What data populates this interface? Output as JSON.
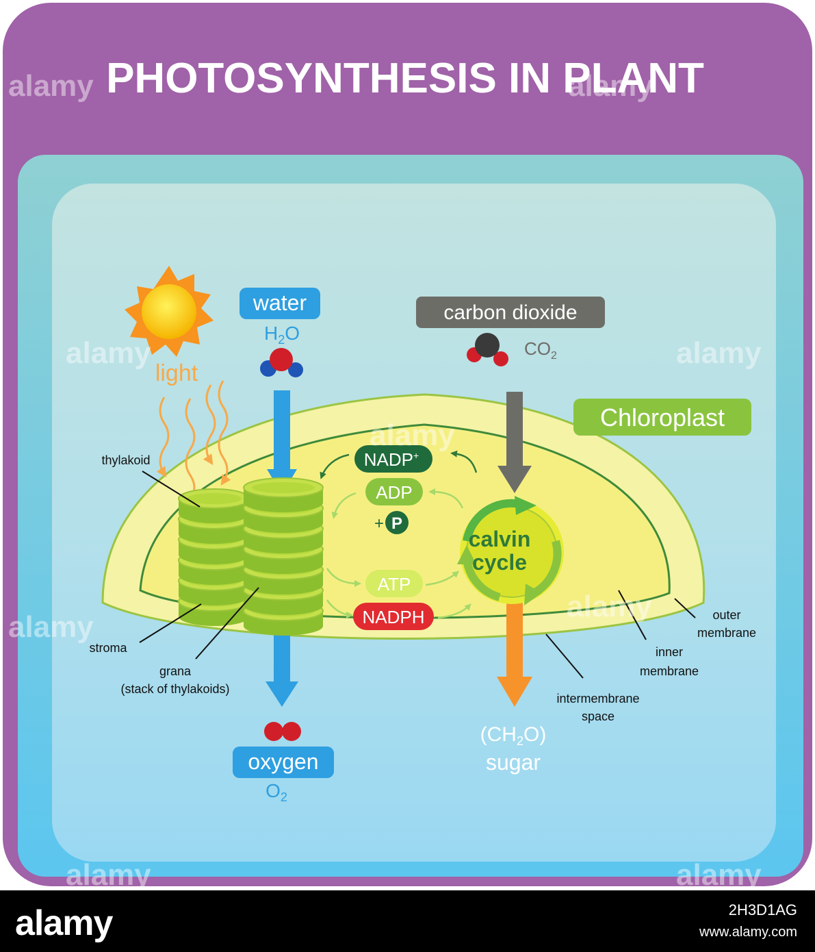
{
  "title": "PHOTOSYNTHESIS IN PLANT",
  "labels": {
    "light": "light",
    "water": "water",
    "h2o_main": "H",
    "h2o_sub": "2",
    "h2o_end": "O",
    "carbon_dioxide": "carbon dioxide",
    "co2_main": "CO",
    "co2_sub": "2",
    "chloroplast": "Chloroplast",
    "thylakoid": "thylakoid",
    "stroma": "stroma",
    "grana_1": "grana",
    "grana_2": "(stack of thylakoids)",
    "nadp": "NADP",
    "nadp_sup": "+",
    "adp": "ADP",
    "plus_p_plus": "+",
    "p": "P",
    "atp": "ATP",
    "nadph": "NADPH",
    "calvin_1": "calvin",
    "calvin_2": "cycle",
    "outer_1": "outer",
    "outer_2": "membrane",
    "inner_1": "inner",
    "inner_2": "membrane",
    "intermembrane_1": "intermembrane",
    "intermembrane_2": "space",
    "oxygen": "oxygen",
    "o2_main": "O",
    "o2_sub": "2",
    "sugar_formula_a": "(CH",
    "sugar_formula_sub": "2",
    "sugar_formula_b": "O)",
    "sugar": "sugar"
  },
  "watermark": {
    "brand": "alamy",
    "image_id": "2H3D1AG",
    "site": "www.alamy.com"
  },
  "colors": {
    "frame_purple": "#a062a8",
    "panel_teal": "#96d4d6",
    "chloroplast_outer": "#f5f3a6",
    "chloroplast_inner": "#f5ef82",
    "grana_green": "#a8cf3a",
    "water_blue": "#2e9fe0",
    "co2_grey": "#6d6d68",
    "sugar_orange": "#f7932b",
    "nadph_red": "#e12b30",
    "nadp_darkgreen": "#1f6b3b",
    "chloroplast_label": "#8ac43f"
  }
}
